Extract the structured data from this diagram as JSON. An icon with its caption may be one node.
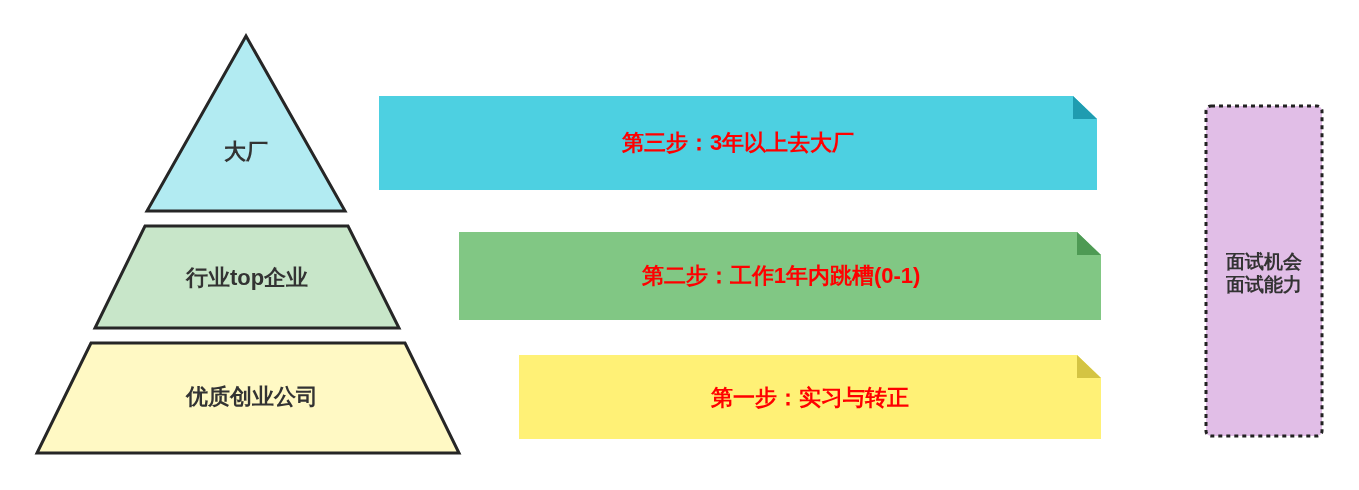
{
  "diagram": {
    "nodes": [
      {
        "text": [
          "大厂"
        ]
      },
      {
        "text": [
          "行业top企业"
        ]
      },
      {
        "text": [
          "优质创业公司"
        ]
      },
      {
        "text": [
          "第三步：3年以上去大厂"
        ]
      },
      {
        "text": [
          "第二步：工作1年内跳槽(0-1)"
        ]
      },
      {
        "text": [
          "第一步：实习与转正"
        ]
      },
      {
        "text": [
          "面试机会",
          "面试能力"
        ]
      }
    ]
  }
}
